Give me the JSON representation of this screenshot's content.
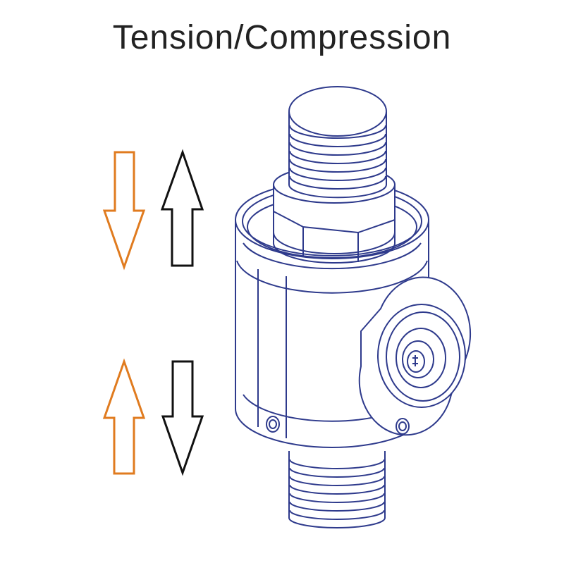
{
  "title": "Tension/Compression",
  "colors": {
    "tension_arrow": "#e07b1f",
    "compression_arrow": "#111111",
    "sensor_outline": "#2e3a8c",
    "background": "#ffffff"
  },
  "arrows": [
    {
      "name": "upper-left-arrow",
      "direction": "down",
      "color": "tension_arrow"
    },
    {
      "name": "upper-right-arrow",
      "direction": "up",
      "color": "compression_arrow"
    },
    {
      "name": "lower-left-arrow",
      "direction": "up",
      "color": "tension_arrow"
    },
    {
      "name": "lower-right-arrow",
      "direction": "down",
      "color": "compression_arrow"
    }
  ],
  "components": [
    "top-threaded-stud",
    "hex-nut",
    "cylindrical-body",
    "side-connector",
    "set-screws",
    "bottom-threaded-stud"
  ]
}
